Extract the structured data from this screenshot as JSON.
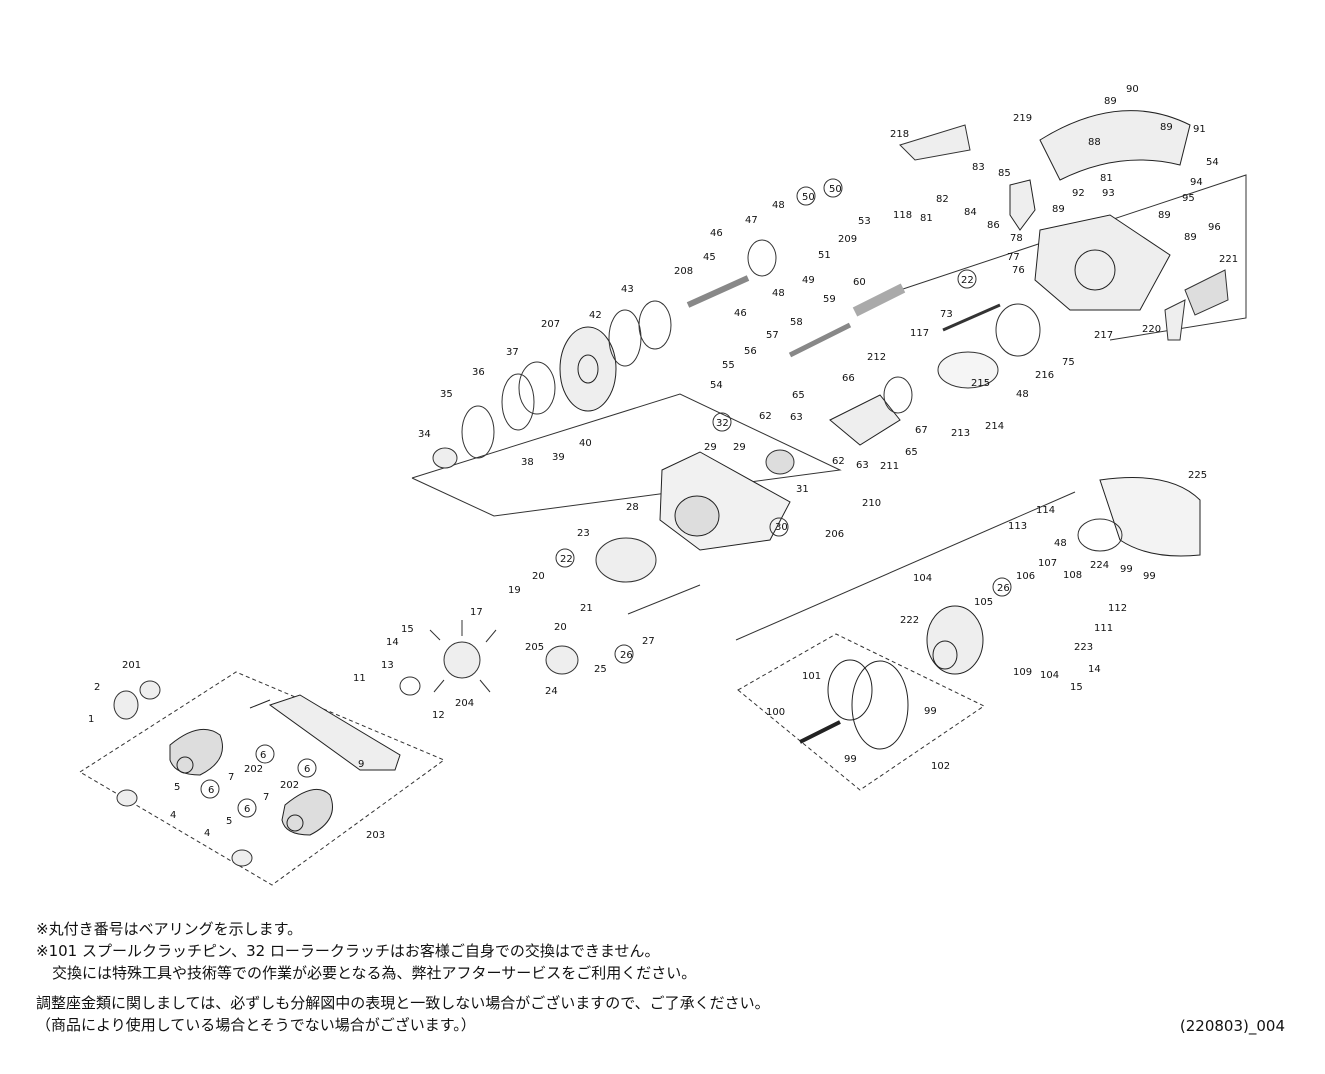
{
  "part_numbers": {
    "handle": [
      "1",
      "2",
      "201",
      "4",
      "5",
      "6",
      "7",
      "202",
      "203",
      "9",
      "11",
      "12",
      "13",
      "14",
      "15",
      "204"
    ],
    "drive": [
      "17",
      "205",
      "19",
      "20",
      "21",
      "22",
      "23",
      "24",
      "25",
      "26",
      "27",
      "28",
      "29",
      "30",
      "31",
      "32",
      "206",
      "210"
    ],
    "gear": [
      "34",
      "35",
      "36",
      "37",
      "38",
      "39",
      "40",
      "42",
      "43",
      "207",
      "208",
      "45",
      "46",
      "47",
      "48",
      "49",
      "50",
      "51",
      "53",
      "209"
    ],
    "pinion": [
      "54",
      "55",
      "56",
      "57",
      "58",
      "59",
      "60",
      "62",
      "63",
      "65",
      "66",
      "67",
      "211",
      "212",
      "213",
      "214",
      "215",
      "216",
      "73",
      "75",
      "76",
      "77",
      "78",
      "117"
    ],
    "frame": [
      "81",
      "82",
      "83",
      "84",
      "85",
      "86",
      "88",
      "89",
      "90",
      "91",
      "92",
      "93",
      "94",
      "95",
      "96",
      "118",
      "218",
      "219",
      "217",
      "220",
      "221"
    ],
    "spool_side": [
      "99",
      "100",
      "101",
      "102",
      "104",
      "105",
      "106",
      "107",
      "108",
      "109",
      "111",
      "112",
      "113",
      "114",
      "222",
      "223",
      "224",
      "225"
    ]
  },
  "notes": {
    "line1": "※丸付き番号はベアリングを示します。",
    "line2": "※101 スプールクラッチピン、32 ローラークラッチはお客様ご自身での交換はできません。",
    "line3": "交換には特殊工具や技術等での作業が必要となる為、弊社アフターサービスをご利用ください。",
    "line4": "調整座金類に関しましては、必ずしも分解図中の表現と一致しない場合がございますので、ご了承ください。",
    "line5": "（商品により使用している場合とそうでない場合がございます。）"
  },
  "diagram_code": "(220803)_004"
}
